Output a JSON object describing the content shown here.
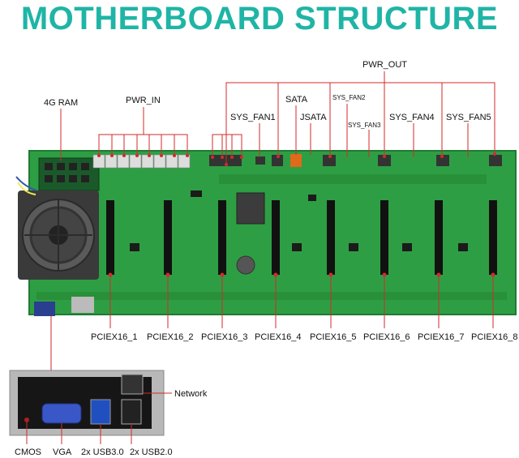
{
  "title": "MOTHERBOARD STRUCTURE",
  "labels": {
    "pwr_out": "PWR_OUT",
    "ram": "4G RAM",
    "pwr_in": "PWR_IN",
    "sata": "SATA",
    "sys_fan1": "SYS_FAN1",
    "jsata": "JSATA",
    "sys_fan2": "SYS_FAN2",
    "sys_fan3": "SYS_FAN3",
    "sys_fan4": "SYS_FAN4",
    "sys_fan5": "SYS_FAN5",
    "network": "Network",
    "cmos": "CMOS",
    "vga": "VGA",
    "usb3": "2x USB3.0",
    "usb2": "2x USB2.0"
  },
  "pcie_slots": [
    "PCIEX16_1",
    "PCIEX16_2",
    "PCIEX16_3",
    "PCIEX16_4",
    "PCIEX16_5",
    "PCIEX16_6",
    "PCIEX16_7",
    "PCIEX16_8"
  ],
  "colors": {
    "title": "#1fb5a6",
    "board": "#2e9e44",
    "board_dark": "#1f7a33",
    "callout": "#d42a2a",
    "slot": "#111111",
    "io_panel": "#b8b8b8"
  }
}
